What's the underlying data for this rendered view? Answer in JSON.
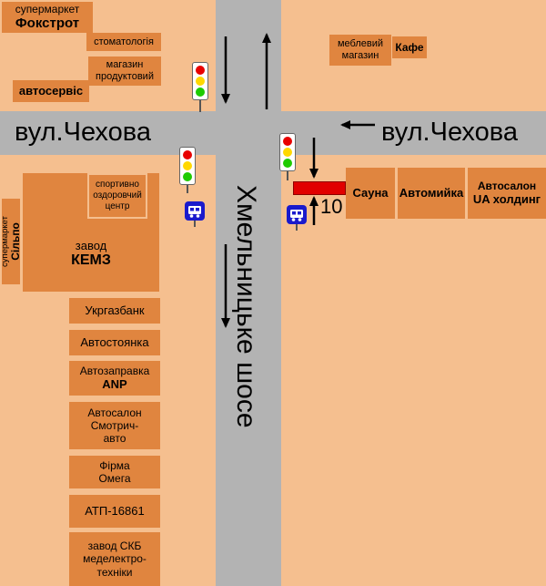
{
  "streets": {
    "chekhova_left": "вул.Чехова",
    "chekhova_right": "вул.Чехова",
    "khmelnytske": "Хмельницьке шосе"
  },
  "billboard": {
    "number": "10"
  },
  "buildings": {
    "foxtrot_line1": "супермаркет",
    "foxtrot_line2": "Фокстрот",
    "dentistry": "стоматологія",
    "grocery": "магазин\nпродуктовий",
    "autoservice": "автосервіс",
    "furniture": "меблевий\nмагазин",
    "cafe": "Кафе",
    "silpo_line1": "супермаркет",
    "silpo_line2": "Сільпо",
    "sport_center": "спортивно\nоздоровчий\nцентр",
    "kemz_line1": "завод",
    "kemz_line2": "КЕМЗ",
    "ukrgazbank": "Укргазбанк",
    "parking": "Автостоянка",
    "gas_line1": "Автозаправка",
    "gas_line2": "ANP",
    "salon_smotrych": "Автосалон\nСмотрич-\nавто",
    "omega": "Фірма\nОмега",
    "atp": "АТП-16861",
    "skb": "завод СКБ\nмеделектро-\nтехніки",
    "sauna": "Сауна",
    "carwash": "Автомийка",
    "ua_holding_line1": "Автосалон",
    "ua_holding_line2": "UA холдинг"
  },
  "icons": {
    "traffic_light": "traffic-light",
    "bus_stop": "bus-stop",
    "direction_arrow": "black-arrow"
  },
  "colors": {
    "background": "#f5bf8f",
    "building": "#e0853f",
    "road": "#b3b3b3",
    "billboard_red": "#e10000",
    "bus_sign_blue": "#1a1acc",
    "traffic_red": "#e80000",
    "traffic_yellow": "#ffd800",
    "traffic_green": "#1ecb00"
  }
}
